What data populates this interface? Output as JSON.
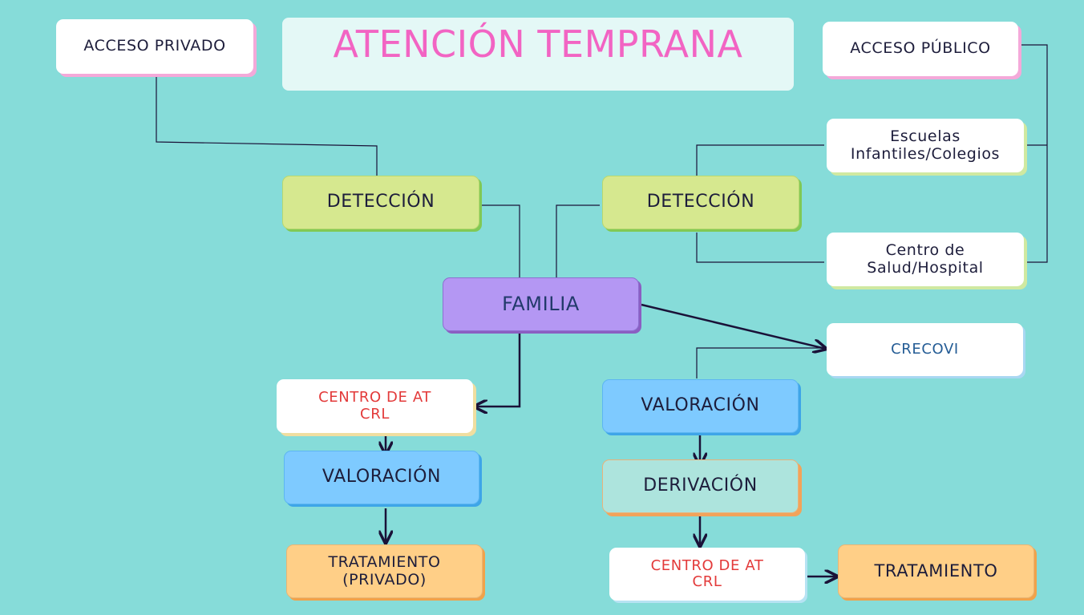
{
  "title": "ATENCIÓN TEMPRANA",
  "nodes": {
    "acceso_privado": "ACCESO PRIVADO",
    "acceso_publico": "ACCESO PÚBLICO",
    "escuelas": "Escuelas\nInfantiles/Colegios",
    "centro_salud": "Centro de\nSalud/Hospital",
    "deteccion_left": "DETECCIÓN",
    "deteccion_right": "DETECCIÓN",
    "familia": "FAMILIA",
    "crecovi": "CRECOVI",
    "centro_at_left": "CENTRO DE AT\nCRL",
    "valoracion_left": "VALORACIÓN",
    "tratamiento_privado": "TRATAMIENTO\n(PRIVADO)",
    "valoracion_right": "VALORACIÓN",
    "derivacion": "DERIVACIÓN",
    "centro_at_right": "CENTRO DE AT\nCRL",
    "tratamiento": "TRATAMIENTO"
  },
  "colors": {
    "background": "#86dcd9",
    "title": "#f264c3",
    "connector": "#1a1238"
  }
}
